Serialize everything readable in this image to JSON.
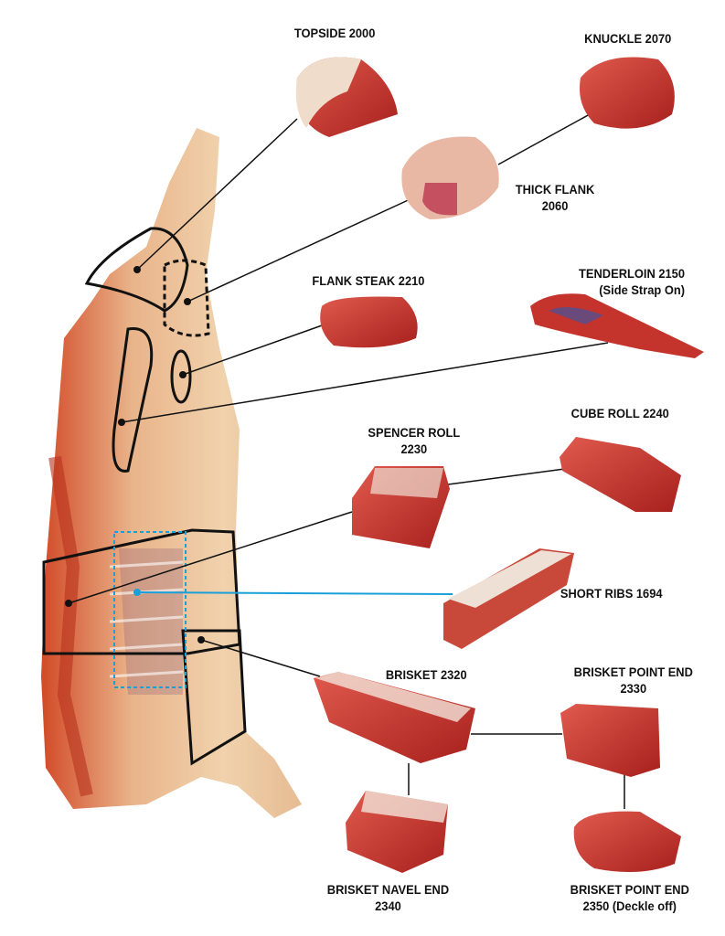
{
  "labels": {
    "topside": {
      "name": "TOPSIDE 2000"
    },
    "knuckle": {
      "name": "KNUCKLE 2070"
    },
    "thick_flank": {
      "line1": "THICK FLANK",
      "line2": "2060"
    },
    "flank_steak": {
      "name": "FLANK STEAK 2210"
    },
    "tenderloin": {
      "line1": "TENDERLOIN 2150",
      "line2": "(Side Strap On)"
    },
    "spencer_roll": {
      "line1": "SPENCER ROLL",
      "line2": "2230"
    },
    "cube_roll": {
      "name": "CUBE ROLL 2240"
    },
    "short_ribs": {
      "name": "SHORT RIBS 1694"
    },
    "brisket": {
      "name": "BRISKET 2320"
    },
    "brisket_point_end": {
      "line1": "BRISKET POINT END",
      "line2": "2330"
    },
    "brisket_navel_end": {
      "line1": "BRISKET NAVEL END",
      "line2": "2340"
    },
    "brisket_point_end_deckle": {
      "line1": "BRISKET POINT END",
      "line2": "2350 (Deckle off)"
    }
  },
  "colors": {
    "meat": "#c8322a",
    "fat": "#f1dcc4",
    "line": "#111111",
    "highlight": "#1aa0d8"
  }
}
